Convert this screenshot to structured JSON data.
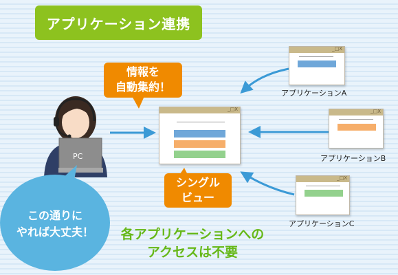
{
  "title": "アプリケーション連携",
  "window_controls": "_□X",
  "callout_top": {
    "line1": "情報を",
    "line2": "自動集約！"
  },
  "callout_mid": {
    "line1": "シングル",
    "line2": "ビュー"
  },
  "pc_label": "PC",
  "circle": {
    "line1": "この通りに",
    "line2": "やれば大丈夫！"
  },
  "apps": [
    {
      "label": "アプリケーションA",
      "color": "#6fa7d9"
    },
    {
      "label": "アプリケーションB",
      "color": "#f6ae6a"
    },
    {
      "label": "アプリケーションC",
      "color": "#93d18d"
    }
  ],
  "bottom_message": {
    "line1": "各アプリケーションへの",
    "line2": "アクセスは不要"
  },
  "colors": {
    "title_bg": "#8dc21f",
    "callout": "#f08a00",
    "arrow": "#3b9ad6",
    "circle": "#5ab4e0",
    "message": "#66b818"
  }
}
